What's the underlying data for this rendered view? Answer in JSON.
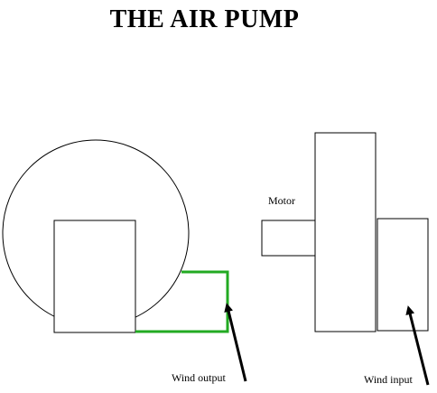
{
  "diagram": {
    "title": "THE AIR PUMP",
    "labels": {
      "motor": "Motor",
      "wind_output": "Wind output",
      "wind_input": "Wind input"
    },
    "colors": {
      "outline": "#000000",
      "pipe": "#22aa22",
      "background": "#ffffff"
    }
  }
}
